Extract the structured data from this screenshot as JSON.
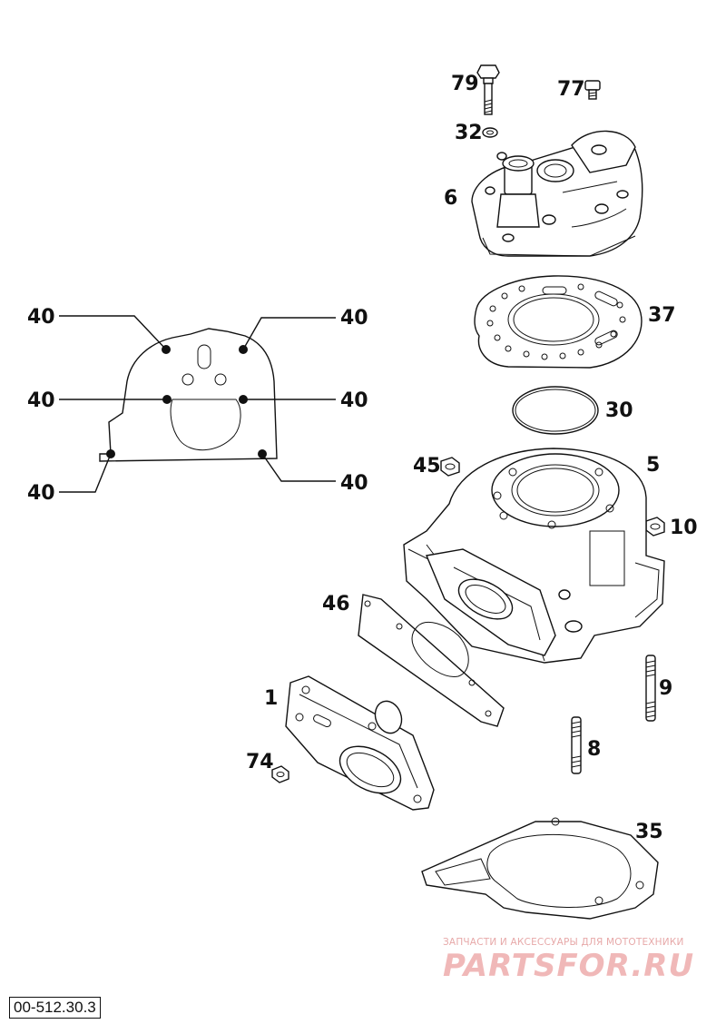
{
  "diagram": {
    "callouts": {
      "c79": "79",
      "c77": "77",
      "c32": "32",
      "c6": "6",
      "c37": "37",
      "c30": "30",
      "c45": "45",
      "c5": "5",
      "c10": "10",
      "c46": "46",
      "c1": "1",
      "c9": "9",
      "c8": "8",
      "c74": "74",
      "c35": "35",
      "c40a": "40",
      "c40b": "40",
      "c40c": "40",
      "c40d": "40",
      "c40e": "40",
      "c40f": "40"
    },
    "code": "00-512.30.3"
  },
  "watermark": {
    "subtitle": "ЗАПЧАСТИ И АКСЕССУАРЫ ДЛЯ МОТОТЕХНИКИ",
    "logo": "PARTSFOR.RU"
  }
}
